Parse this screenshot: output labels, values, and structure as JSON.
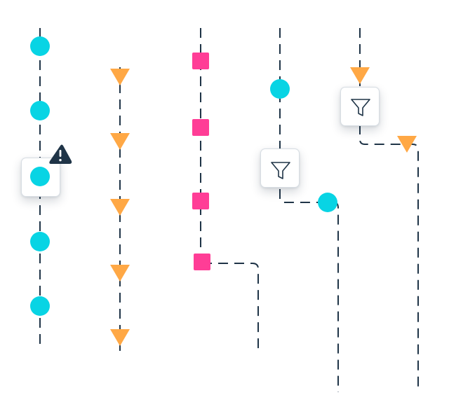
{
  "diagram": {
    "colors": {
      "line": "#1f3447",
      "circle": "#08d4e4",
      "triangle": "#ffa845",
      "square": "#ff3d96",
      "card_border": "#d7dde3",
      "warning_badge": "#1f3447"
    },
    "icons": {
      "warning": "warning-triangle-icon",
      "filter": "filter-funnel-icon"
    },
    "streams": [
      {
        "marker": "circle",
        "marker_count": 5,
        "flagged_item": 3
      },
      {
        "marker": "triangle",
        "marker_count": 5
      },
      {
        "marker": "square",
        "marker_count": 4
      },
      {
        "marker": "circle",
        "marker_count": 2,
        "filters": 1
      },
      {
        "marker": "triangle",
        "marker_count": 2,
        "filters": 1
      }
    ]
  }
}
